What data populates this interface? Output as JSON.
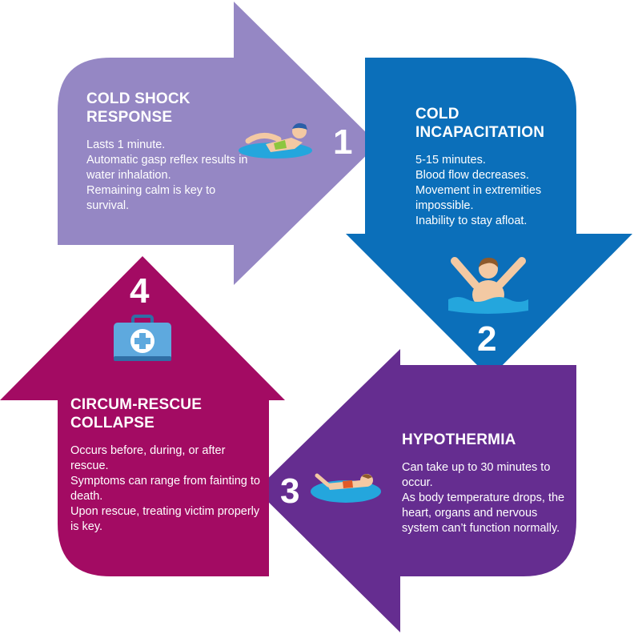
{
  "colors": {
    "stage1": "#9587c4",
    "stage2": "#0b6fba",
    "stage3": "#652d90",
    "stage4": "#a30b63",
    "water": "#24a6dd",
    "skin": "#f3c9a3",
    "hair": "#8e5a2b",
    "kit": "#5ea9de",
    "kit_dark": "#2f6fa6"
  },
  "stages": [
    {
      "number": "1",
      "title": "COLD SHOCK RESPONSE",
      "icon": "swimmer-icon",
      "lines": [
        "Lasts 1 minute.",
        "Automatic gasp reflex results in water inhalation.",
        "Remaining calm is key to survival."
      ]
    },
    {
      "number": "2",
      "title": "COLD\nINCAPACITATION",
      "icon": "struggling-swimmer-icon",
      "lines": [
        "5-15 minutes.",
        "Blood flow decreases.",
        "Movement in extremities impossible.",
        "Inability to stay afloat."
      ]
    },
    {
      "number": "3",
      "title": "HYPOTHERMIA",
      "icon": "floating-person-icon",
      "lines": [
        "Can take up to 30 minutes to occur.",
        "As body temperature drops, the heart, organs and nervous system can’t function normally."
      ]
    },
    {
      "number": "4",
      "title": "CIRCUM-RESCUE\nCOLLAPSE",
      "icon": "first-aid-kit-icon",
      "lines": [
        "Occurs before, during, or after rescue.",
        "Symptoms can range from fainting to death.",
        "Upon rescue, treating victim properly is key."
      ]
    }
  ]
}
